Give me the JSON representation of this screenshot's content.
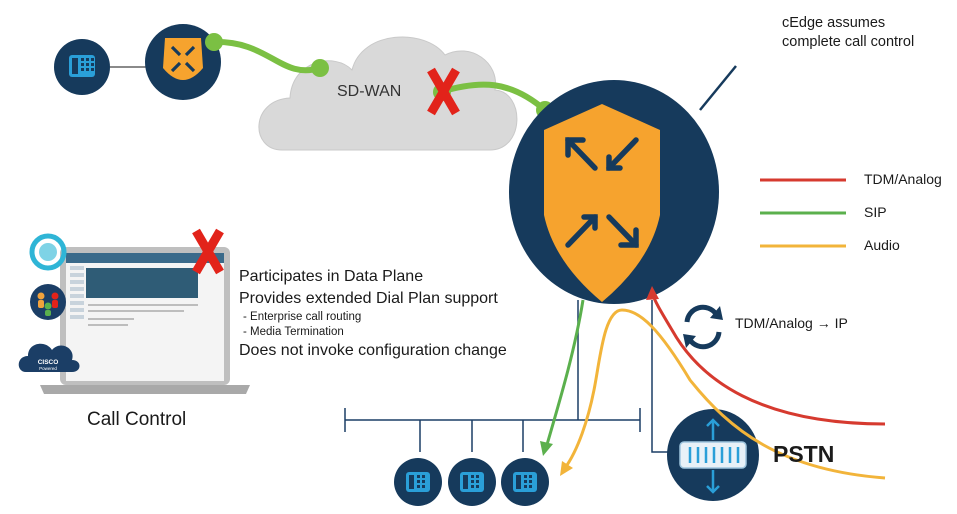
{
  "diagram": {
    "cloud_label": "SD-WAN",
    "note": {
      "line1": "cEdge assumes",
      "line2": "complete call control"
    },
    "legend": [
      {
        "label": "TDM/Analog",
        "color": "#d63a2f"
      },
      {
        "label": "SIP",
        "color": "#5bb04d"
      },
      {
        "label": "Audio",
        "color": "#f2b43a"
      }
    ],
    "bullets": {
      "line1": "Participates in Data Plane",
      "line2": "Provides extended Dial Plan support",
      "sub1": "- Enterprise call routing",
      "sub2": "- Media Termination",
      "line3": "Does not invoke configuration change"
    },
    "call_control_label": "Call Control",
    "conversion_label": "TDM/Analog → IP",
    "pstn_label": "PSTN",
    "cisco_badge": {
      "line1": "CISCO",
      "line2": "Powered"
    },
    "colors": {
      "navy": "#163a5c",
      "orange": "#f6a32e",
      "sip_green": "#7bc043",
      "fail_red": "#e2231a",
      "phone_blue": "#2a9fd8"
    }
  }
}
